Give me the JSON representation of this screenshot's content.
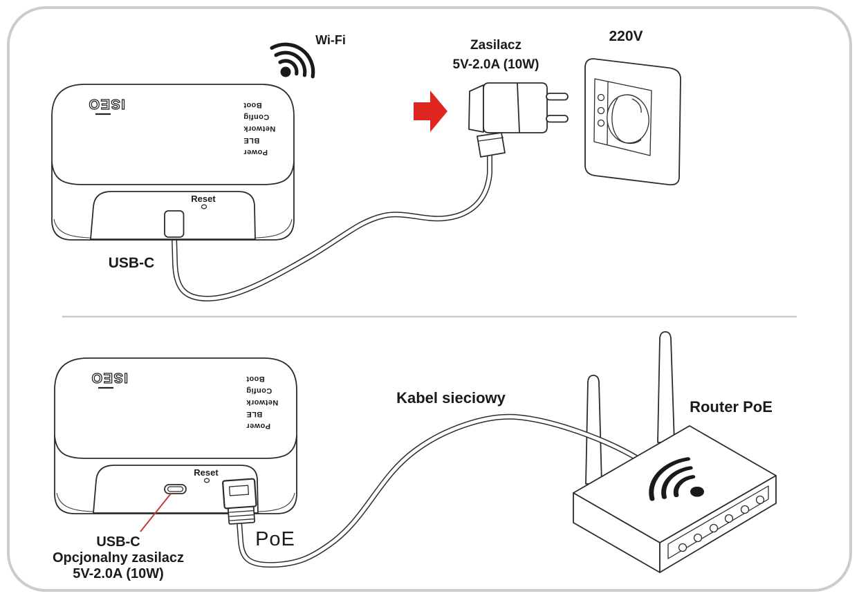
{
  "colors": {
    "accent_red": "#e02620",
    "leader_red": "#c23b3b",
    "outline": "#2b2b2b",
    "frame_gray": "#cccccc"
  },
  "icons": {
    "wifi_icon": "three concentric arcs with dot",
    "arrow_right_icon": "red block arrow pointing right"
  },
  "top_section": {
    "wifi_label": "Wi-Fi",
    "adapter_label": {
      "line1": "Zasilacz",
      "line2": "5V-2.0A (10W)"
    },
    "outlet_label": "220V",
    "usbc_label": "USB-C",
    "device": {
      "logo": "ISEO",
      "reset_label": "Reset",
      "led_labels": [
        "Power",
        "BLE",
        "Network",
        "Config",
        "Boot"
      ]
    }
  },
  "bottom_section": {
    "cable_label": "Kabel sieciowy",
    "router_label": "Router PoE",
    "poe_label": "PoE",
    "usbc_note": {
      "line1": "USB-C",
      "line2": "Opcjonalny zasilacz",
      "line3": "5V-2.0A (10W)"
    },
    "device": {
      "logo": "ISEO",
      "reset_label": "Reset",
      "led_labels": [
        "Power",
        "BLE",
        "Network",
        "Config",
        "Boot"
      ]
    }
  }
}
